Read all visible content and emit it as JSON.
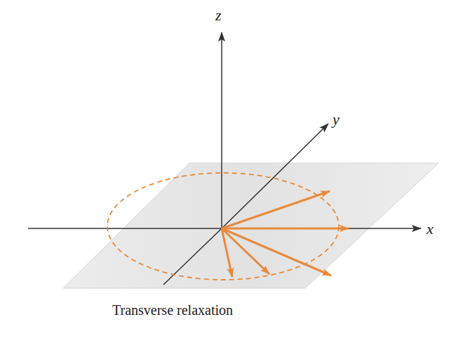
{
  "diagram": {
    "labels": [
      "z",
      "y",
      "x",
      "Transverse relaxation"
    ]
  }
}
